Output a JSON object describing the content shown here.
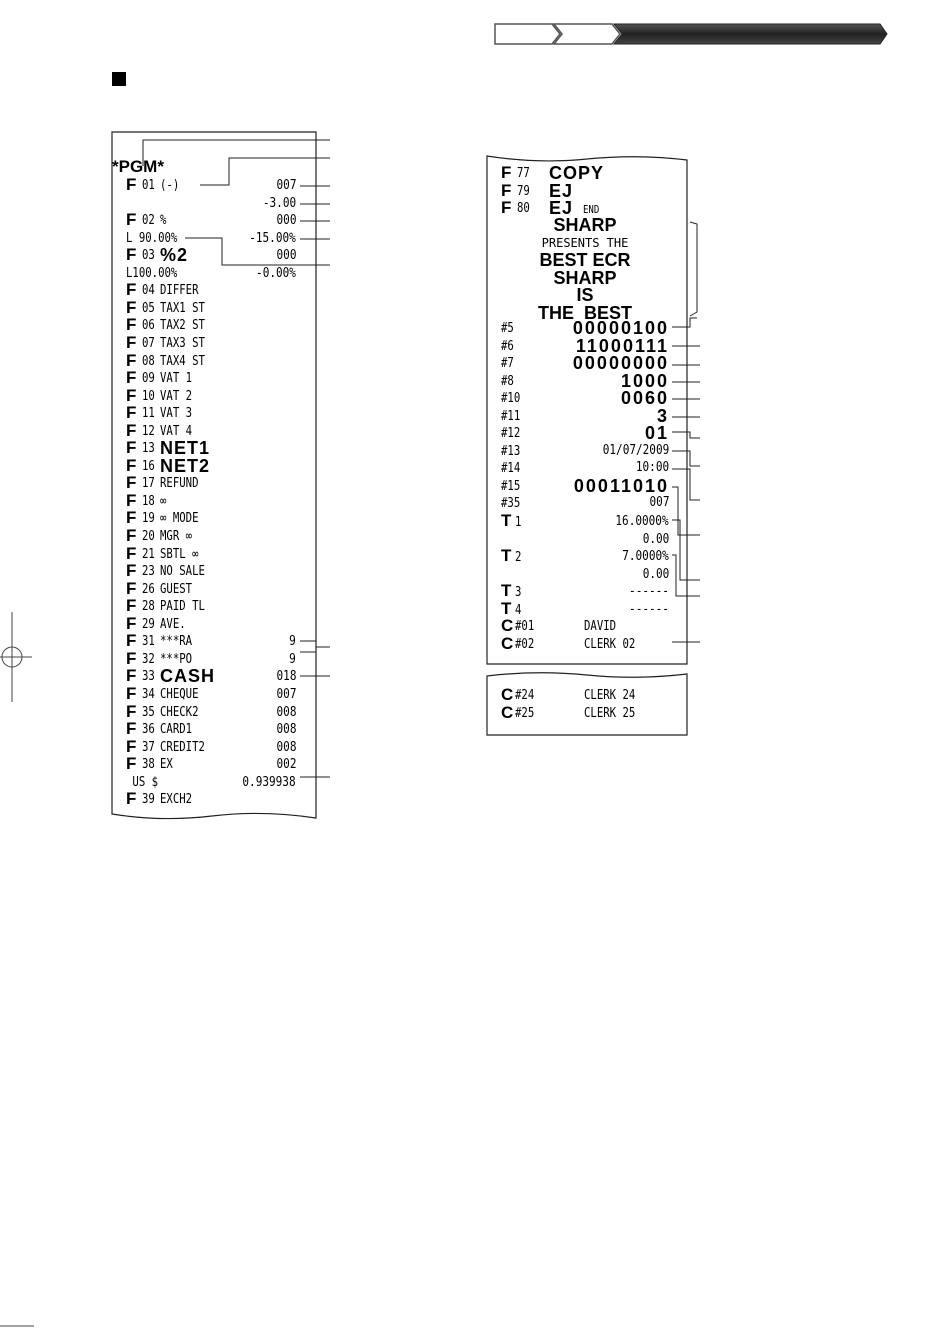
{
  "section_heading": "",
  "left_receipt": {
    "header": "*PGM*",
    "rows": [
      {
        "code": "F",
        "num": "01",
        "label": "(-)",
        "value": "007"
      },
      {
        "code": "",
        "num": "",
        "label": "",
        "value": "-3.00"
      },
      {
        "code": "F",
        "num": "02",
        "label": "%",
        "value": "000"
      },
      {
        "code": "",
        "num": "",
        "label": "L 90.00%",
        "value": "-15.00%"
      },
      {
        "code": "F",
        "num": "03",
        "label": "%2",
        "value": "000",
        "big": true
      },
      {
        "code": "",
        "num": "",
        "label": "L100.00%",
        "value": "-0.00%"
      },
      {
        "code": "F",
        "num": "04",
        "label": "DIFFER",
        "value": ""
      },
      {
        "code": "F",
        "num": "05",
        "label": "TAX1 ST",
        "value": ""
      },
      {
        "code": "F",
        "num": "06",
        "label": "TAX2 ST",
        "value": ""
      },
      {
        "code": "F",
        "num": "07",
        "label": "TAX3 ST",
        "value": ""
      },
      {
        "code": "F",
        "num": "08",
        "label": "TAX4 ST",
        "value": ""
      },
      {
        "code": "F",
        "num": "09",
        "label": "VAT 1",
        "value": ""
      },
      {
        "code": "F",
        "num": "10",
        "label": "VAT 2",
        "value": ""
      },
      {
        "code": "F",
        "num": "11",
        "label": "VAT 3",
        "value": ""
      },
      {
        "code": "F",
        "num": "12",
        "label": "VAT 4",
        "value": ""
      },
      {
        "code": "F",
        "num": "13",
        "label": "NET1",
        "value": "",
        "big": true
      },
      {
        "code": "F",
        "num": "16",
        "label": "NET2",
        "value": "",
        "big": true
      },
      {
        "code": "F",
        "num": "17",
        "label": "REFUND",
        "value": ""
      },
      {
        "code": "F",
        "num": "18",
        "label": "∞",
        "value": ""
      },
      {
        "code": "F",
        "num": "19",
        "label": "∞ MODE",
        "value": ""
      },
      {
        "code": "F",
        "num": "20",
        "label": "MGR ∞",
        "value": ""
      },
      {
        "code": "F",
        "num": "21",
        "label": "SBTL ∞",
        "value": ""
      },
      {
        "code": "F",
        "num": "23",
        "label": "NO SALE",
        "value": ""
      },
      {
        "code": "F",
        "num": "26",
        "label": "GUEST",
        "value": ""
      },
      {
        "code": "F",
        "num": "28",
        "label": "PAID TL",
        "value": ""
      },
      {
        "code": "F",
        "num": "29",
        "label": "AVE.",
        "value": ""
      },
      {
        "code": "F",
        "num": "31",
        "label": "***RA",
        "value": "9"
      },
      {
        "code": "F",
        "num": "32",
        "label": "***PO",
        "value": "9"
      },
      {
        "code": "F",
        "num": "33",
        "label": "CASH",
        "value": "018",
        "big": true
      },
      {
        "code": "F",
        "num": "34",
        "label": "CHEQUE",
        "value": "007"
      },
      {
        "code": "F",
        "num": "35",
        "label": "CHECK2",
        "value": "008"
      },
      {
        "code": "F",
        "num": "36",
        "label": "CARD1",
        "value": "008"
      },
      {
        "code": "F",
        "num": "37",
        "label": "CREDIT2",
        "value": "008"
      },
      {
        "code": "F",
        "num": "38",
        "label": "EX",
        "value": "002"
      },
      {
        "code": "",
        "num": "",
        "label": " US $",
        "value": "0.939938"
      },
      {
        "code": "F",
        "num": "39",
        "label": "EXCH2",
        "value": ""
      }
    ]
  },
  "right_receipt": {
    "top_rows": [
      {
        "code": "F",
        "num": "77",
        "label": "COPY",
        "big": true,
        "suffix": ""
      },
      {
        "code": "F",
        "num": "79",
        "label": "EJ",
        "big": true,
        "suffix": ""
      },
      {
        "code": "F",
        "num": "80",
        "label": "EJ",
        "big": true,
        "suffix": "END"
      }
    ],
    "message": [
      {
        "text": "SHARP",
        "big": true
      },
      {
        "text": "PRESENTS THE",
        "big": false
      },
      {
        "text": "BEST ECR",
        "big": true
      },
      {
        "text": "SHARP",
        "big": true
      },
      {
        "text": "IS",
        "big": true
      },
      {
        "text": "THE  BEST",
        "big": true
      }
    ],
    "rows": [
      {
        "label": "#5",
        "value": "00000100",
        "big": true
      },
      {
        "label": "#6",
        "value": "11000111",
        "big": true
      },
      {
        "label": "#7",
        "value": "00000000",
        "big": true
      },
      {
        "label": "#8",
        "value": "1000",
        "big": true
      },
      {
        "label": "#10",
        "value": "0060",
        "big": true
      },
      {
        "label": "#11",
        "value": "3",
        "big": true
      },
      {
        "label": "#12",
        "value": "01",
        "big": true
      },
      {
        "label": "#13",
        "value": "01/07/2009",
        "big": false
      },
      {
        "label": "#14",
        "value": "10:00",
        "big": false
      },
      {
        "label": "#15",
        "value": "00011010",
        "big": true
      },
      {
        "label": "#35",
        "value": "007",
        "big": false
      }
    ],
    "tax_rows": [
      {
        "code": "T",
        "num": "1",
        "value": "16.0000%"
      },
      {
        "code": "",
        "num": "",
        "value": "0.00"
      },
      {
        "code": "T",
        "num": "2",
        "value": "7.0000%"
      },
      {
        "code": "",
        "num": "",
        "value": "0.00"
      },
      {
        "code": "T",
        "num": "3",
        "value": "------"
      },
      {
        "code": "T",
        "num": "4",
        "value": "------"
      }
    ],
    "clerk_rows": [
      {
        "code": "C",
        "num": "#01",
        "name": "DAVID"
      },
      {
        "code": "C",
        "num": "#02",
        "name": "CLERK 02"
      }
    ]
  },
  "continued_receipt": {
    "clerk_rows": [
      {
        "code": "C",
        "num": "#24",
        "name": "CLERK 24"
      },
      {
        "code": "C",
        "num": "#25",
        "name": "CLERK 25"
      }
    ]
  }
}
